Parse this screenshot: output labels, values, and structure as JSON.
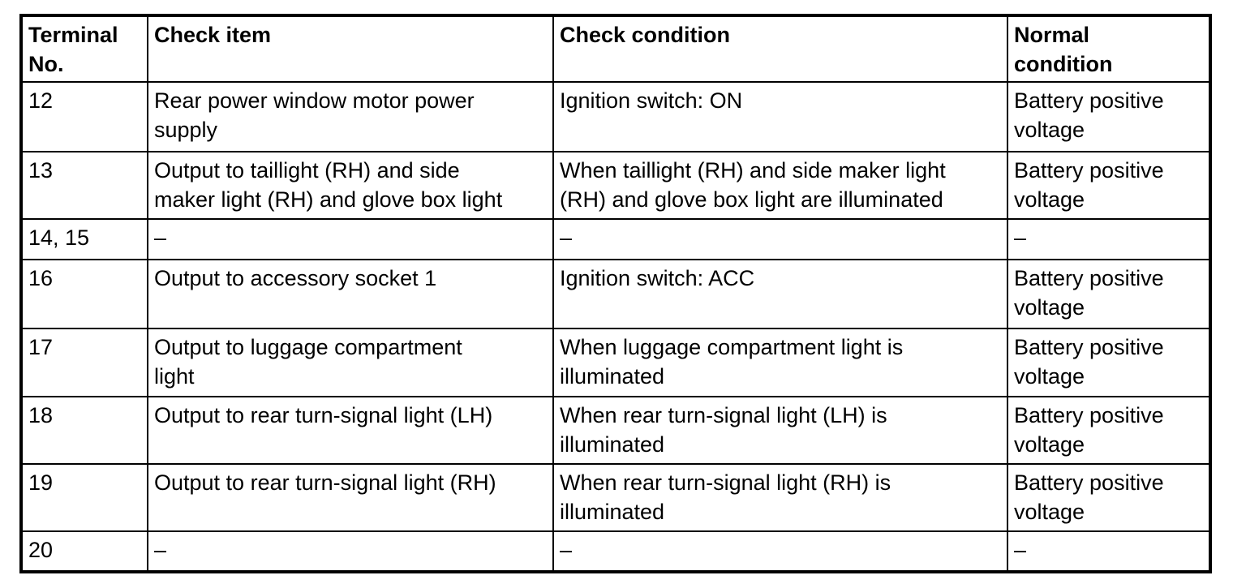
{
  "document": {
    "background_color": "#ffffff",
    "text_color": "#000000",
    "border_color": "#000000"
  },
  "table": {
    "headers": [
      "Terminal No.",
      "Check item",
      "Check condition",
      "Normal condition"
    ],
    "rows": [
      {
        "terminal_no": "12",
        "check_item": "Rear power window motor power supply",
        "check_condition": "Ignition switch: ON",
        "normal_condition": "Battery positive voltage"
      },
      {
        "terminal_no": "13",
        "check_item": "Output to taillight (RH) and side maker light (RH) and glove box light",
        "check_condition": "When taillight (RH) and side maker light (RH) and glove box light are illuminated",
        "normal_condition": "Battery positive voltage"
      },
      {
        "terminal_no": "14, 15",
        "check_item": "–",
        "check_condition": "–",
        "normal_condition": "–"
      },
      {
        "terminal_no": "16",
        "check_item": "Output to accessory socket 1",
        "check_condition": "Ignition switch: ACC",
        "normal_condition": "Battery positive voltage"
      },
      {
        "terminal_no": "17",
        "check_item": "Output to luggage compartment light",
        "check_condition": "When luggage compartment light is illuminated",
        "normal_condition": "Battery positive voltage"
      },
      {
        "terminal_no": "18",
        "check_item": "Output to rear turn-signal light (LH)",
        "check_condition": "When rear turn-signal light (LH) is illuminated",
        "normal_condition": "Battery positive voltage"
      },
      {
        "terminal_no": "19",
        "check_item": "Output to rear turn-signal light (RH)",
        "check_condition": "When rear turn-signal light (RH) is illuminated",
        "normal_condition": "Battery positive voltage"
      },
      {
        "terminal_no": "20",
        "check_item": "–",
        "check_condition": "–",
        "normal_condition": "–"
      }
    ]
  }
}
